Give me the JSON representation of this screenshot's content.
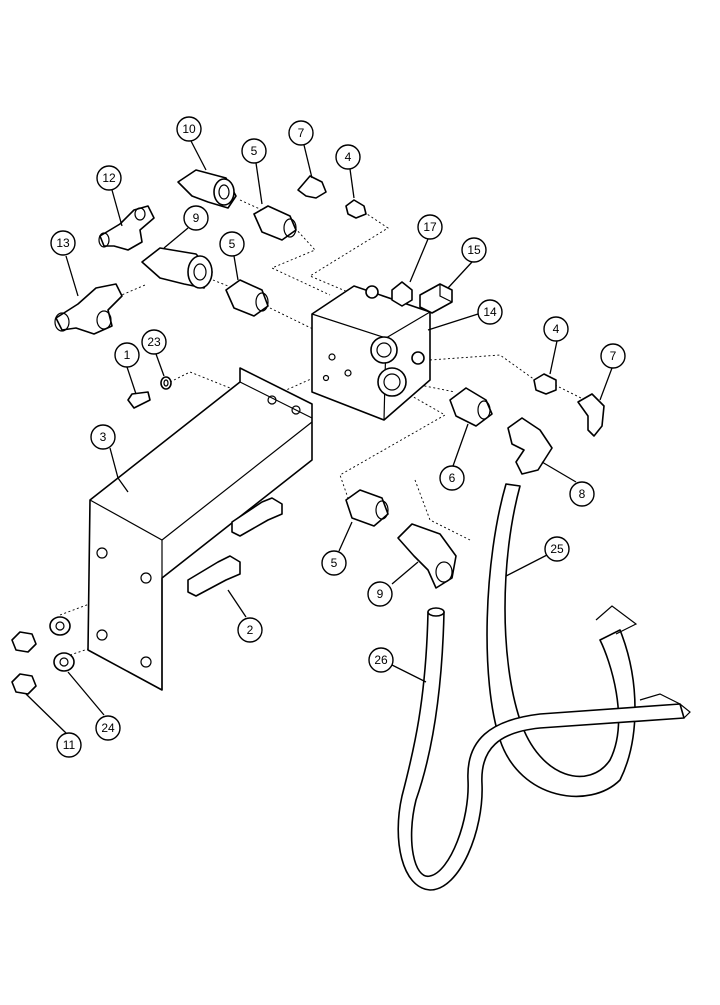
{
  "diagram": {
    "callouts": [
      {
        "id": "c1",
        "number": "1"
      },
      {
        "id": "c2",
        "number": "2"
      },
      {
        "id": "c3",
        "number": "3"
      },
      {
        "id": "c4a",
        "number": "4"
      },
      {
        "id": "c4b",
        "number": "4"
      },
      {
        "id": "c5a",
        "number": "5"
      },
      {
        "id": "c5b",
        "number": "5"
      },
      {
        "id": "c5c",
        "number": "5"
      },
      {
        "id": "c6",
        "number": "6"
      },
      {
        "id": "c7a",
        "number": "7"
      },
      {
        "id": "c7b",
        "number": "7"
      },
      {
        "id": "c8",
        "number": "8"
      },
      {
        "id": "c9a",
        "number": "9"
      },
      {
        "id": "c9b",
        "number": "9"
      },
      {
        "id": "c10",
        "number": "10"
      },
      {
        "id": "c11",
        "number": "11"
      },
      {
        "id": "c12",
        "number": "12"
      },
      {
        "id": "c13",
        "number": "13"
      },
      {
        "id": "c14",
        "number": "14"
      },
      {
        "id": "c15",
        "number": "15"
      },
      {
        "id": "c17",
        "number": "17"
      },
      {
        "id": "c23",
        "number": "23"
      },
      {
        "id": "c24",
        "number": "24"
      },
      {
        "id": "c25",
        "number": "25"
      },
      {
        "id": "c26",
        "number": "26"
      }
    ]
  }
}
